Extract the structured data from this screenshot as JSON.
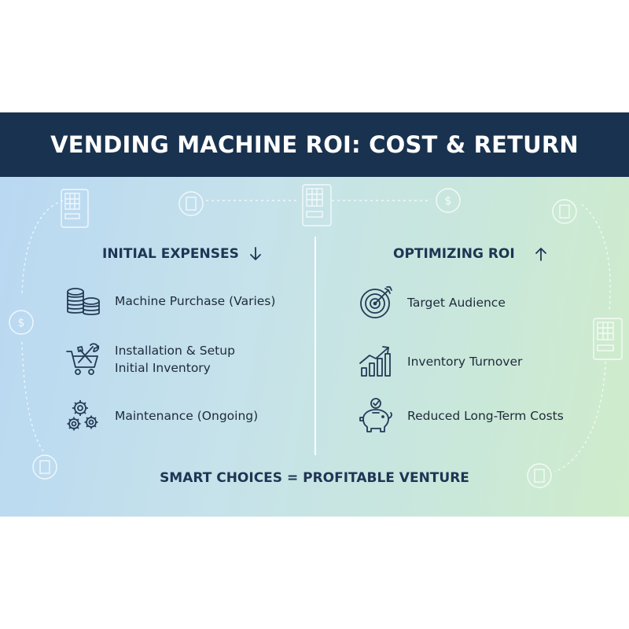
{
  "header": {
    "title": "VENDING MACHINE ROI: COST & RETURN"
  },
  "left_column": {
    "heading": "INITIAL EXPENSES",
    "arrow_icon": "arrow-down-icon",
    "items": [
      {
        "icon": "coin-stack-icon",
        "lines": [
          "Machine Purchase (Varies)"
        ]
      },
      {
        "icon": "tools-cart-icon",
        "lines": [
          "Installation & Setup",
          "Initial Inventory"
        ]
      },
      {
        "icon": "gears-icon",
        "lines": [
          "Maintenance (Ongoing)"
        ]
      }
    ]
  },
  "right_column": {
    "heading": "OPTIMIZING ROI",
    "arrow_icon": "arrow-up-icon",
    "items": [
      {
        "icon": "target-icon",
        "lines": [
          "Target Audience"
        ]
      },
      {
        "icon": "growth-chart-icon",
        "lines": [
          "Inventory Turnover"
        ]
      },
      {
        "icon": "piggy-bank-icon",
        "lines": [
          "Reduced Long-Term Costs"
        ]
      }
    ]
  },
  "footer": {
    "text": "SMART CHOICES = PROFITABLE VENTURE"
  },
  "colors": {
    "banner": "#19324f",
    "text_dark": "#1e3554",
    "icon_stroke": "#243a56"
  }
}
